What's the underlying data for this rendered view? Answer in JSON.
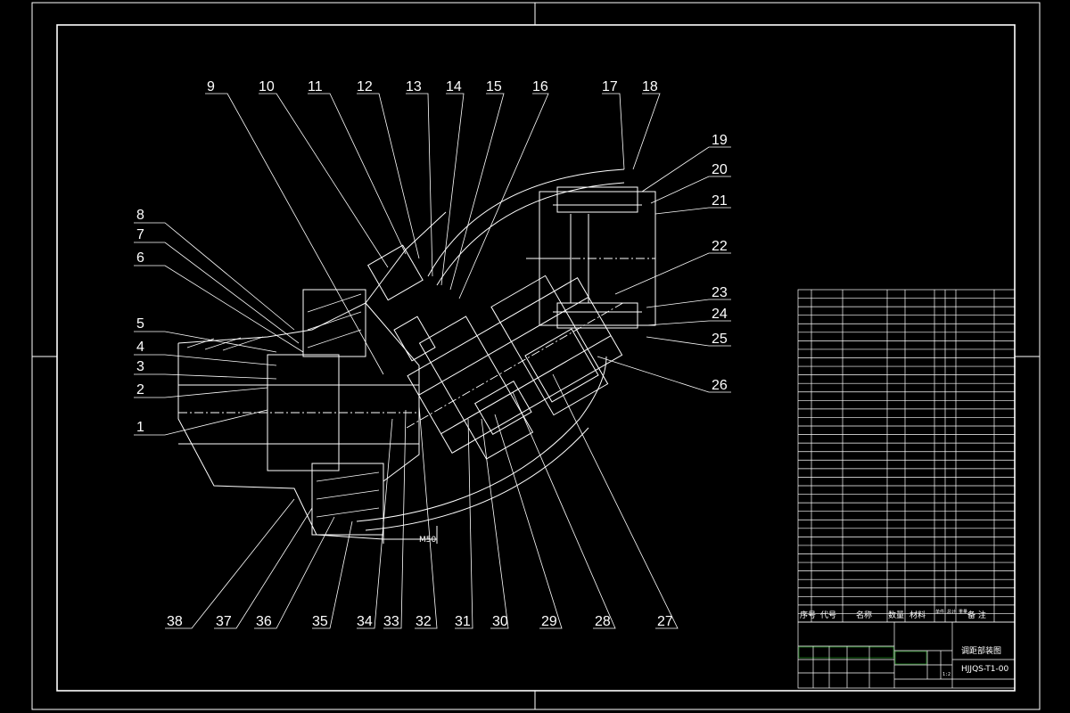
{
  "part_labels": {
    "left": [
      "8",
      "7",
      "6",
      "5",
      "4",
      "3",
      "2",
      "1"
    ],
    "top": [
      "9",
      "10",
      "11",
      "12",
      "13",
      "14",
      "15",
      "16",
      "17",
      "18"
    ],
    "right": [
      "19",
      "20",
      "21",
      "22",
      "23",
      "24",
      "25",
      "26"
    ],
    "bottom": [
      "38",
      "37",
      "36",
      "35",
      "34",
      "33",
      "32",
      "31",
      "30",
      "29",
      "28",
      "27"
    ]
  },
  "dimension_text": "M50",
  "title_block": {
    "drawing_name": "调距部装图",
    "drawing_number": "HJJQS-T1-00",
    "scale": "1:2"
  },
  "bom_header": [
    "序号",
    "代号",
    "名称",
    "数量",
    "材料",
    "单件 总计 重量",
    "备 注"
  ],
  "bom_row_count": 38
}
